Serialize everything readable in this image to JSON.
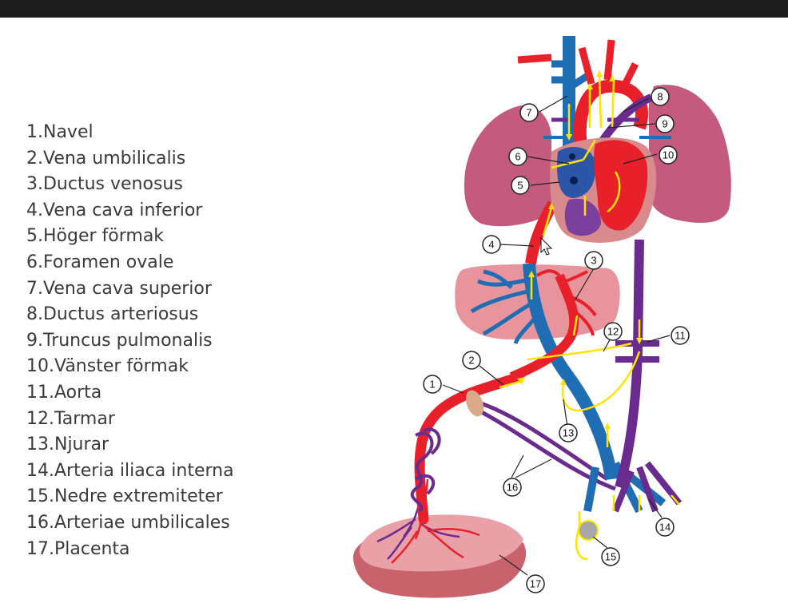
{
  "legend": [
    "1.Navel",
    "2.Vena umbilicalis",
    "3.Ductus venosus",
    "4.Vena cava inferior",
    "5.Höger förmak",
    "6.Foramen ovale",
    "7.Vena cava superior",
    "8.Ductus arteriosus",
    "9.Truncus pulmonalis",
    "10.Vänster förmak",
    "11.Aorta",
    "12.Tarmar",
    "13.Njurar",
    "14.Arteria iliaca interna",
    "15.Nedre extremiteter",
    "16.Arteriae umbilicales",
    "17.Placenta"
  ],
  "callouts": [
    "1",
    "2",
    "3",
    "4",
    "5",
    "6",
    "7",
    "8",
    "9",
    "10",
    "11",
    "12",
    "13",
    "14",
    "15",
    "16",
    "17"
  ],
  "colors": {
    "artery": "#e8202a",
    "vein": "#1f6db3",
    "mixed": "#6a2b8e",
    "lung": "#c45b7e",
    "liver": "#e8949c",
    "placenta": "#e9a0a6",
    "flow_arrow": "#ffe400",
    "topbar": "#1c1c1c"
  },
  "icons": {
    "cursor": "mouse-pointer-icon"
  }
}
